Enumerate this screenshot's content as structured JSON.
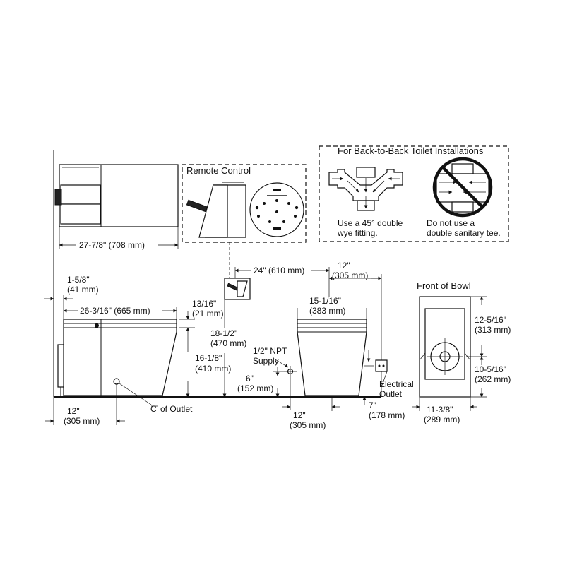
{
  "dimensions": {
    "overall_length": "27-7/8\" (708 mm)",
    "wall_gap_in": "1-5/8\"",
    "wall_gap_mm": "(41 mm)",
    "length_to_front": "26-3/16\" (665 mm)",
    "rough_in_in": "12\"",
    "rough_in_mm": "(305 mm)",
    "seat_offset_in": "13/16\"",
    "seat_offset_mm": "(21 mm)",
    "bowl_height_in": "16-1/8\"",
    "bowl_height_mm": "(410 mm)",
    "remote_height_in": "18-1/2\"",
    "remote_height_mm": "(470 mm)",
    "remote_offset": "24\" (610 mm)",
    "outlet_side_in": "12\"",
    "outlet_side_mm": "(305 mm)",
    "bowl_width_in": "15-1/16\"",
    "bowl_width_mm": "(383 mm)",
    "supply_height_in": "6\"",
    "supply_height_mm": "(152 mm)",
    "supply_offset_in": "12\"",
    "supply_offset_mm": "(305 mm)",
    "electrical_height_in": "7\"",
    "electrical_height_mm": "(178 mm)",
    "front_upper_in": "12-5/16\"",
    "front_upper_mm": "(313 mm)",
    "front_lower_in": "10-5/16\"",
    "front_lower_mm": "(262 mm)",
    "front_width_in": "11-3/8\"",
    "front_width_mm": "(289 mm)"
  },
  "labels": {
    "remote_control": "Remote Control",
    "back_to_back_title": "For Back-to-Back Toilet Installations",
    "wye_line1": "Use a 45° double",
    "wye_line2": "wye fitting.",
    "tee_line1": "Do not use a",
    "tee_line2": "double sanitary tee.",
    "front_of_bowl": "Front of Bowl",
    "cl_symbol": "C",
    "cl_of_outlet": "of Outlet",
    "npt_line1": "1/2\" NPT",
    "npt_line2": "Supply",
    "electrical_line1": "Electrical",
    "electrical_line2": "Outlet"
  }
}
